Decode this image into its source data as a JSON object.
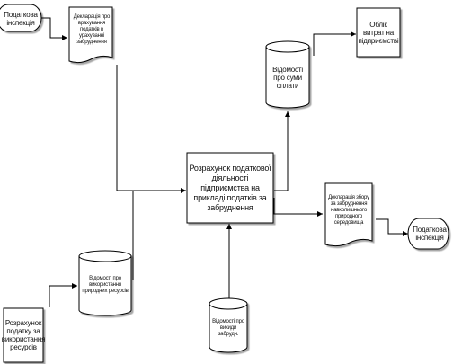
{
  "nodes": {
    "tax_inspection_top": "Податкова інспекція",
    "declaration_top": "Декларація про врахування податків в урахуванні забруднення",
    "accounting_dept": "Облік витрат на підприємстві",
    "data_sums": "Відомості про суми оплати",
    "calculation": "Розрахунок податкової діяльності підприємства на прикладі податків за забруднення",
    "declaration_right": "Декларація збору за забруднення навколишнього природного середовища",
    "tax_inspection_right": "Податкова інспекція",
    "resource_data": "Відомості про використання природних ресурсів",
    "resource_tax_calc": "Розрахунок податку за використання ресурсів",
    "emission_data": "Відомості про викиди забрудн."
  }
}
